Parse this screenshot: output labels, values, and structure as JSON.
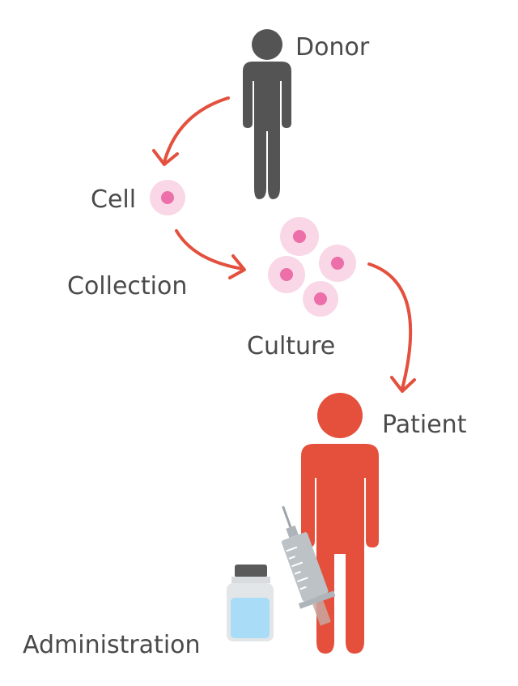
{
  "labels": {
    "donor": "Donor",
    "cell": "Cell",
    "collection": "Collection",
    "culture": "Culture",
    "patient": "Patient",
    "administration": "Administration"
  },
  "colors": {
    "donor_figure": "#545454",
    "patient_figure": "#e5503d",
    "arrow": "#e4503e",
    "cell_outer": "#f9d7e6",
    "cell_nucleus": "#ec6fa9",
    "syringe": "#bcc2c6",
    "vial_liquid": "#a9dcf6",
    "vial_cap": "#5a5a5a",
    "text": "#4a4a4a"
  },
  "icons": [
    "donor-figure",
    "patient-figure",
    "cell-icon",
    "syringe-icon",
    "vial-icon",
    "arrow-icon"
  ]
}
